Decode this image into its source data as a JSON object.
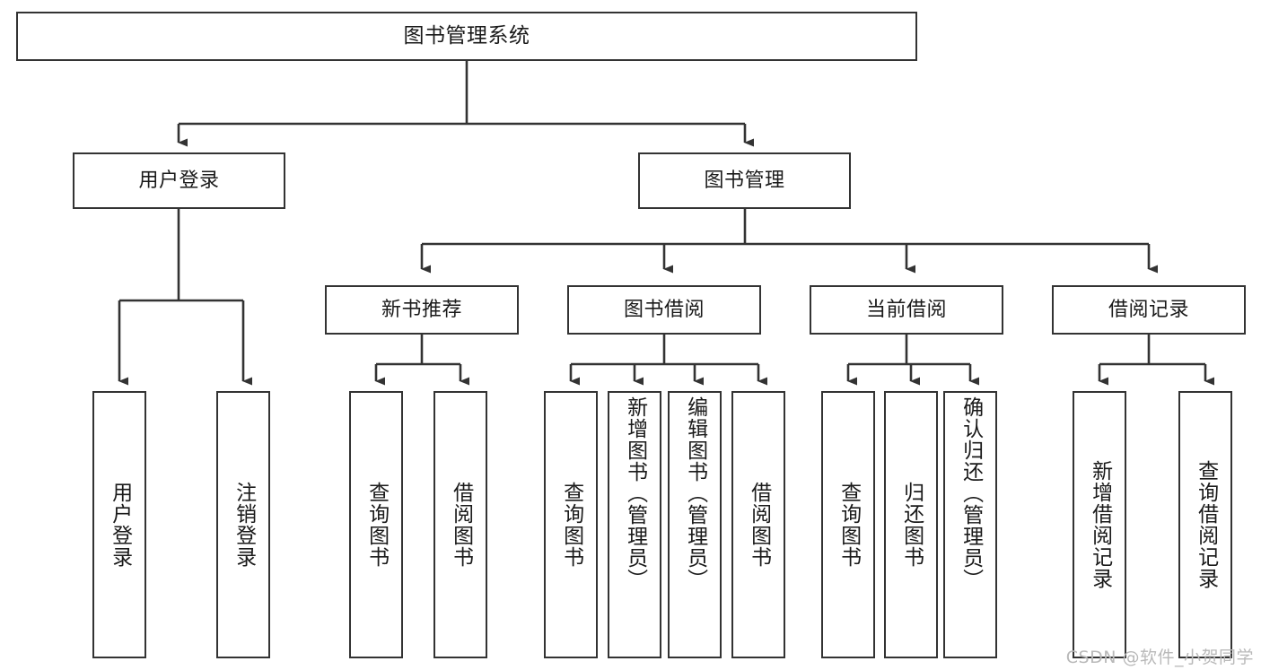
{
  "diagram": {
    "type": "tree",
    "title": "图书管理系统",
    "watermark": "CSDN @软件_小贺同学",
    "colors": {
      "border": "#333333",
      "background": "#ffffff",
      "text": "#1a1a1a",
      "watermark": "#b9b9b9"
    },
    "levels": {
      "root": {
        "label": "图书管理系统"
      },
      "level2": [
        {
          "id": "user-login",
          "label": "用户登录"
        },
        {
          "id": "book-management",
          "label": "图书管理"
        }
      ],
      "level3": [
        {
          "id": "new-book-recommend",
          "label": "新书推荐",
          "parent": "book-management"
        },
        {
          "id": "book-borrow",
          "label": "图书借阅",
          "parent": "book-management"
        },
        {
          "id": "current-borrow",
          "label": "当前借阅",
          "parent": "book-management"
        },
        {
          "id": "borrow-record",
          "label": "借阅记录",
          "parent": "book-management"
        }
      ],
      "leaves": [
        {
          "id": "leaf-user-login",
          "label": "用户登录",
          "parent": "user-login"
        },
        {
          "id": "leaf-logout-login",
          "label": "注销登录",
          "parent": "user-login"
        },
        {
          "id": "leaf-query-book-1",
          "label": "查询图书",
          "parent": "new-book-recommend"
        },
        {
          "id": "leaf-borrow-book-1",
          "label": "借阅图书",
          "parent": "new-book-recommend"
        },
        {
          "id": "leaf-query-book-2",
          "label": "查询图书",
          "parent": "book-borrow"
        },
        {
          "id": "leaf-add-book",
          "label": "新增图书（管理员）",
          "parent": "book-borrow"
        },
        {
          "id": "leaf-edit-book",
          "label": "编辑图书（管理员）",
          "parent": "book-borrow"
        },
        {
          "id": "leaf-borrow-book-2",
          "label": "借阅图书",
          "parent": "book-borrow"
        },
        {
          "id": "leaf-query-book-3",
          "label": "查询图书",
          "parent": "current-borrow"
        },
        {
          "id": "leaf-return-book",
          "label": "归还图书",
          "parent": "current-borrow"
        },
        {
          "id": "leaf-confirm-return",
          "label": "确认归还（管理员）",
          "parent": "current-borrow"
        },
        {
          "id": "leaf-add-record",
          "label": "新增借阅记录",
          "parent": "borrow-record"
        },
        {
          "id": "leaf-query-record",
          "label": "查询借阅记录",
          "parent": "borrow-record"
        }
      ]
    }
  }
}
